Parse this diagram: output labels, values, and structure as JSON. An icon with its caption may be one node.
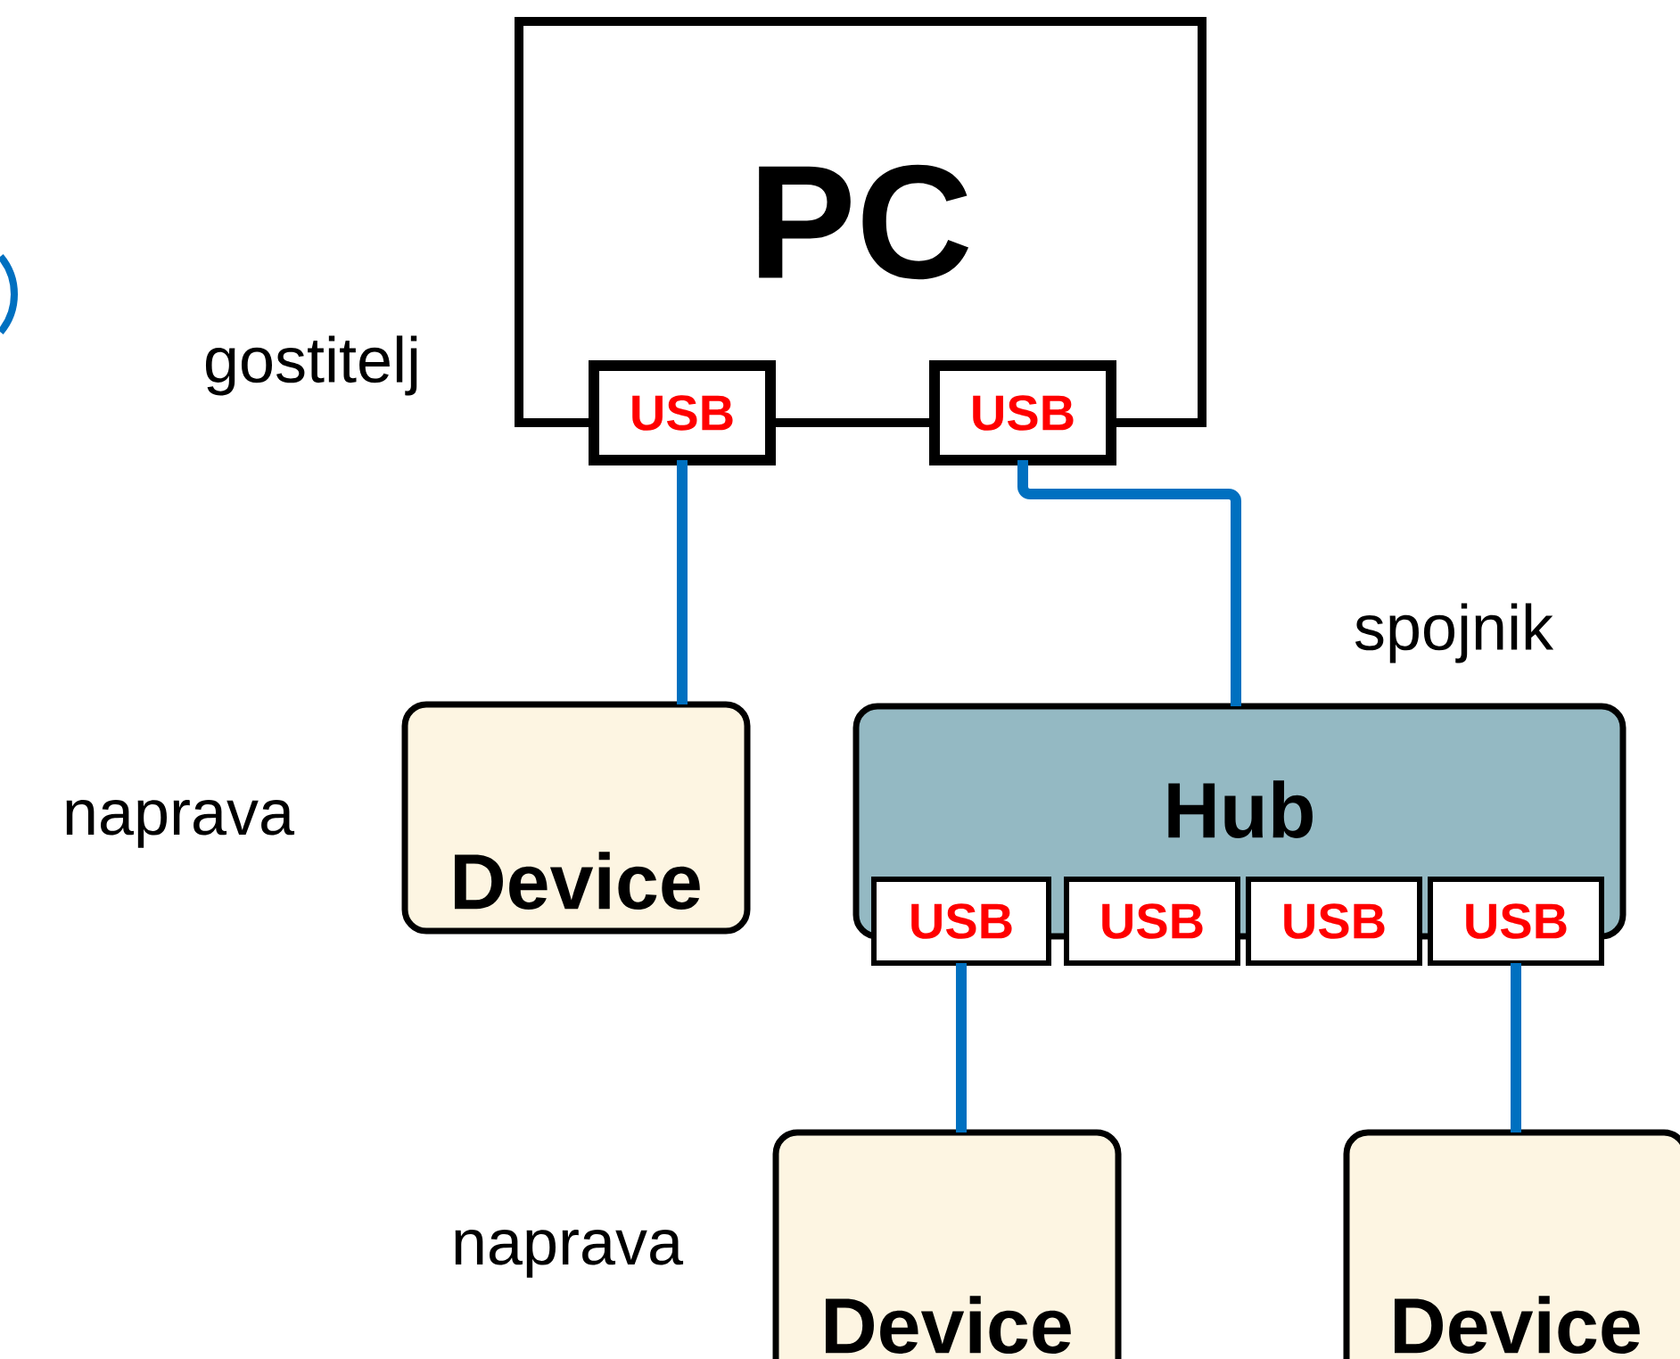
{
  "diagram": {
    "nodes": [
      {
        "text": [
          "PC"
        ],
        "beside": [
          "gostitelj"
        ]
      },
      {
        "text": [
          "USB"
        ]
      },
      {
        "text": [
          "USB"
        ]
      },
      {
        "text": [
          "Hub"
        ],
        "beside": [
          "spojnik"
        ]
      },
      {
        "text": [
          "USB"
        ]
      },
      {
        "text": [
          "USB"
        ]
      },
      {
        "text": [
          "USB"
        ]
      },
      {
        "text": [
          "USB"
        ]
      },
      {
        "text": [
          "Device"
        ],
        "beside": [
          "naprava"
        ]
      },
      {
        "text": [
          "Device"
        ],
        "beside": [
          "naprava"
        ]
      },
      {
        "text": [
          "Device"
        ]
      }
    ],
    "edges": [
      {
        "from": 1,
        "to": 8,
        "arrow": "none"
      },
      {
        "from": 2,
        "to": 3,
        "arrow": "none"
      },
      {
        "from": 4,
        "to": 9,
        "arrow": "none"
      },
      {
        "from": 7,
        "to": 10,
        "arrow": "none"
      }
    ]
  }
}
